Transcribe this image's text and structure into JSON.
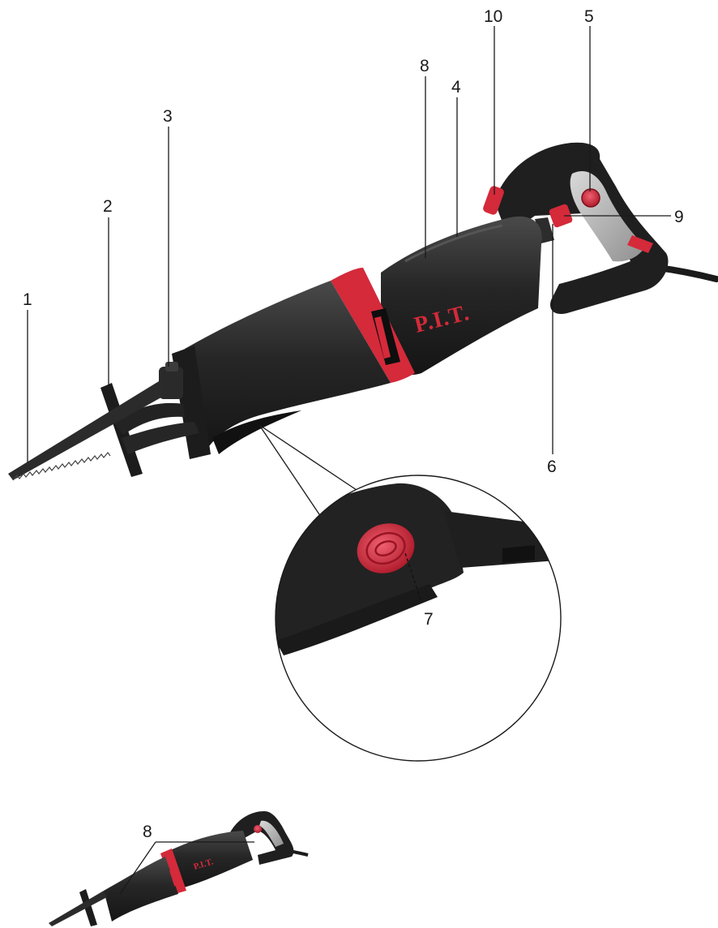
{
  "brand": {
    "logo_text": "P.I.T."
  },
  "colors": {
    "body": "#232323",
    "body_light": "#3a3a3a",
    "accent": "#d42a3a",
    "grip_grey": "#b9b9b9",
    "blade": "#2b2b2b",
    "line": "#1a1a1a"
  },
  "callouts": {
    "c1": "1",
    "c2": "2",
    "c3": "3",
    "c4": "4",
    "c5": "5",
    "c6": "6",
    "c7": "7",
    "c8": "8",
    "c9": "9",
    "c10": "10",
    "c8_inset": "8"
  },
  "components": [
    {
      "number": "1",
      "icon": "saw-blade-icon"
    },
    {
      "number": "2",
      "icon": "shoe-icon"
    },
    {
      "number": "3",
      "icon": "blade-clamp-icon"
    },
    {
      "number": "4",
      "icon": "housing-icon"
    },
    {
      "number": "5",
      "icon": "lock-button-icon"
    },
    {
      "number": "6",
      "icon": "trigger-icon"
    },
    {
      "number": "7",
      "icon": "shoe-release-button-icon"
    },
    {
      "number": "8",
      "icon": "ventilation-icon"
    },
    {
      "number": "9",
      "icon": "speed-control-icon"
    },
    {
      "number": "10",
      "icon": "switch-icon"
    }
  ]
}
